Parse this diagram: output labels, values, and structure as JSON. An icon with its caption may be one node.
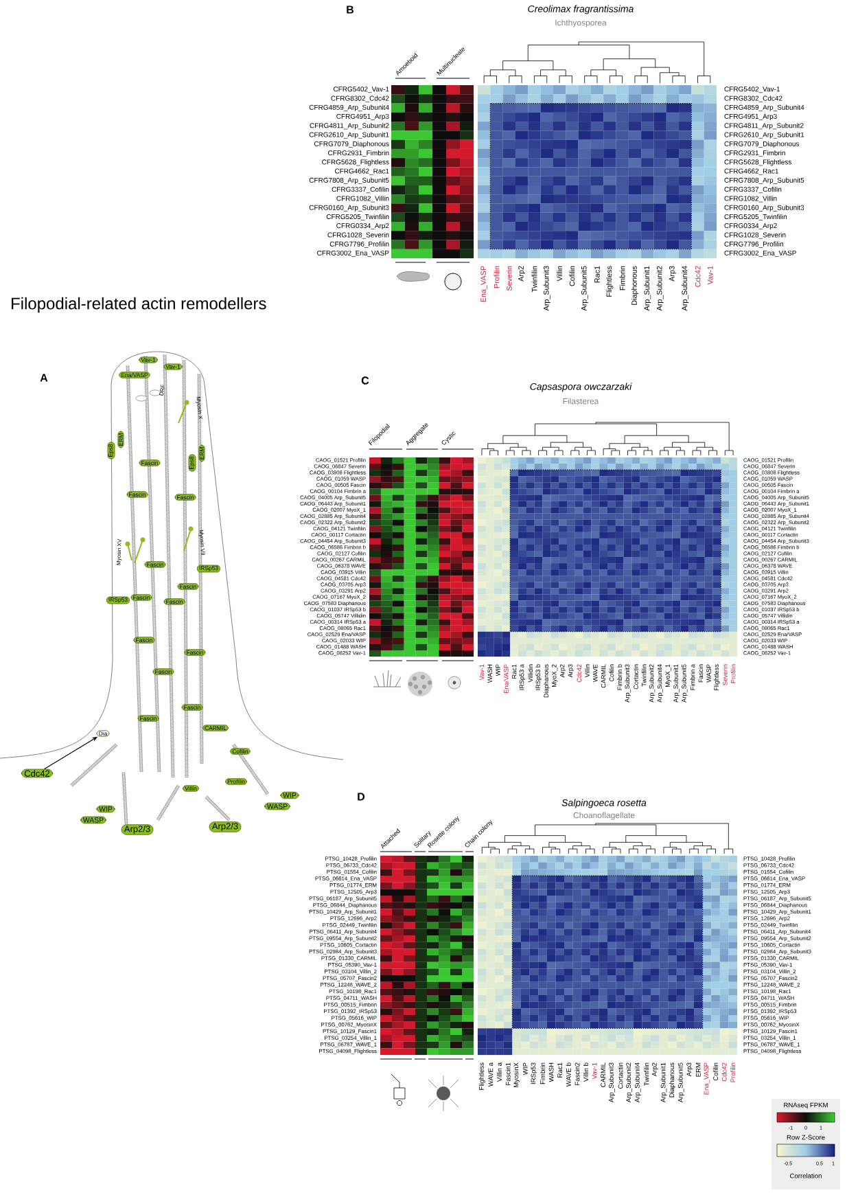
{
  "diagram": {
    "nodes": [
      {
        "text": [
          "Vav-1"
        ]
      },
      {
        "text": [
          "Vav-1"
        ]
      },
      {
        "text": [
          "Ena/VASP"
        ]
      },
      {
        "text": [
          "ERM"
        ]
      },
      {
        "text": [
          "Eps8"
        ]
      },
      {
        "text": [
          "ERM"
        ]
      },
      {
        "text": [
          "Fascin"
        ]
      },
      {
        "text": [
          "Eps8"
        ]
      },
      {
        "text": [
          "Fascin"
        ]
      },
      {
        "text": [
          "Fascin"
        ]
      },
      {
        "text": [
          "Fascin"
        ]
      },
      {
        "text": [
          "IRSp53"
        ]
      },
      {
        "text": [
          "Fascin"
        ]
      },
      {
        "text": [
          "Fascin"
        ]
      },
      {
        "text": [
          "IRSp53"
        ]
      },
      {
        "text": [
          "Fascin"
        ]
      },
      {
        "text": [
          "Fascin"
        ]
      },
      {
        "text": [
          "Fascin"
        ]
      },
      {
        "text": [
          "Fascin"
        ]
      },
      {
        "text": [
          "Fascin"
        ]
      },
      {
        "text": [
          "Fascin"
        ]
      },
      {
        "text": [
          "CARMIL"
        ]
      },
      {
        "text": [
          "Dia"
        ]
      },
      {
        "text": [
          "Cofilin"
        ]
      },
      {
        "text": [
          "Cdc42"
        ]
      },
      {
        "text": [
          "Profilin"
        ]
      },
      {
        "text": [
          "Villin"
        ]
      },
      {
        "text": [
          "WIP"
        ]
      },
      {
        "text": [
          "WASP"
        ]
      },
      {
        "text": [
          "WIP"
        ]
      },
      {
        "text": [
          "WASP"
        ]
      },
      {
        "text": [
          "Arp2/3"
        ]
      },
      {
        "text": [
          "Arp2/3"
        ]
      }
    ],
    "edges": [
      {
        "from": 24,
        "to": 22,
        "arrow": "to"
      }
    ],
    "labels": [
      "B",
      "Creolimax fragrantissima",
      "Ichthyosporea",
      "Amoeboid",
      "Multinucleate",
      "CFRG5402_Vav-1",
      "CFRG8302_Cdc42",
      "CFRG4859_Arp_Subunit4",
      "CFRG4951_Arp3",
      "CFRG4811_Arp_Subunit2",
      "CFRG2610_Arp_Subunit1",
      "CFRG7079_Diaphonous",
      "CFRG2931_Fimbrin",
      "CFRG5628_Flightless",
      "CFRG4662_Rac1",
      "CFRG7808_Arp_Subunit5",
      "CFRG3337_Cofilin",
      "CFRG1082_Villin",
      "CFRG0160_Arp_Subunit3",
      "CFRG5205_Twinfilin",
      "CFRG0334_Arp2",
      "CFRG1028_Severin",
      "CFRG7796_Profilin",
      "CFRG3002_Ena_VASP",
      "CFRG5402_Vav-1",
      "CFRG8302_Cdc42",
      "CFRG4859_Arp_Subunit4",
      "CFRG4951_Arp3",
      "CFRG4811_Arp_Subunit2",
      "CFRG2610_Arp_Subunit1",
      "CFRG7079_Diaphonous",
      "CFRG2931_Fimbrin",
      "CFRG5628_Flightless",
      "CFRG4662_Rac1",
      "CFRG7808_Arp_Subunit5",
      "CFRG3337_Cofilin",
      "CFRG1082_Villin",
      "CFRG0160_Arp_Subunit3",
      "CFRG5205_Twinfilin",
      "CFRG0334_Arp2",
      "CFRG1028_Severin",
      "CFRG7796_Profilin",
      "CFRG3002_Ena_VASP",
      "Ena_VASP",
      "Profilin",
      "Severin",
      "Arp2",
      "Twinfilin",
      "Arp_Subunit3",
      "Villin",
      "Cofilin",
      "Arp_Subunit5",
      "Rac1",
      "Flightless",
      "Fimbrin",
      "Diaphonous",
      "Arp_Subunit1",
      "Arp_Subunit2",
      "Arp3",
      "Arp_Subunit4",
      "Cdc42",
      "Vav-1",
      "Filopodial-related actin remodellers",
      "A",
      "DRF",
      "Myosin X",
      "Myosin XV",
      "Myosin VII",
      "C",
      "Capsaspora owczarzaki",
      "Filasterea",
      "Filopodial",
      "Aggregate",
      "Cystic",
      "CAOG_01521 Profilin",
      "CAOG_06847 Severin",
      "CAOG_03808 Flightless",
      "CAOG_01059 WASP",
      "CAOG_00505 Fascin",
      "CAOG_00104 Fimbrin a",
      "CAOG_04005 Arp_Subunit5",
      "CAOG_06443 Arp_Subunit1",
      "CAOG_02007 MyoX_1",
      "CAOG_02885 Arp_Subunit4",
      "CAOG_02322 Arp_Subunit2",
      "CAOG_04121 Twinfilin",
      "CAOG_00117 Cortactin",
      "CAOG_04454 Arp_Subunit3",
      "CAOG_06586 Fimbrin b",
      "CAOG_02127 Cofilin",
      "CAOG_00267 CARMIL",
      "CAOG_06378 WAVE",
      "CAOG_03915 Villin",
      "CAOG_04581 Cdc42",
      "CAOG_03705 Arp3",
      "CAOG_03291 Arp2",
      "CAOG_07167 MyoX_2",
      "CAOG_07583 Diaphanous",
      "CAOG_01037 IRSp53 b",
      "CAOG_05747 Villidin",
      "CAOG_00314 IRSp53 a",
      "CAOG_08065 Rac1",
      "CAOG_02529 Ena/VASP",
      "CAOG_02033 WIP",
      "CAOG_01488 WASH",
      "CAOG_08252 Vav-1",
      "CAOG_01521 Profilin",
      "CAOG_06847 Severin",
      "CAOG_03808 Flightless",
      "CAOG_01059 WASP",
      "CAOG_00505 Fascin",
      "CAOG_00104 Fimbrin a",
      "CAOG_04005 Arp_Subunit5",
      "CAOG_06443 Arp_Subunit1",
      "CAOG_02007 MyoX_1",
      "CAOG_02885 Arp_Subunit4",
      "CAOG_02322 Arp_Subunit2",
      "CAOG_04121 Twinfilin",
      "CAOG_00117 Cortactin",
      "CAOG_04454 Arp_Subunit3",
      "CAOG_06586 Fimbrin b",
      "CAOG_02127 Cofilin",
      "CAOG_00267 CARMIL",
      "CAOG_06378 WAVE",
      "CAOG_03915 Villin",
      "CAOG_04581 Cdc42",
      "CAOG_03705 Arp3",
      "CAOG_03291 Arp2",
      "CAOG_07167 MyoX_2",
      "CAOG_07583 Diaphanous",
      "CAOG_01037 IRSp53 b",
      "CAOG_05747 Villidin",
      "CAOG_00314 IRSp53 a",
      "CAOG_08065 Rac1",
      "CAOG_02529 Ena/VASP",
      "CAOG_02033 WIP",
      "CAOG_01488 WASH",
      "CAOG_08252 Vav-1",
      "Vav-1",
      "WASH",
      "WIP",
      "Ena/VASP",
      "Rac1",
      "IRSp53 a",
      "Villidin",
      "IRSp53 b",
      "Diaphanous",
      "MyoX_2",
      "Arp2",
      "Arp3",
      "Cdc42",
      "Villin",
      "WAVE",
      "CARMIL",
      "Cofilin",
      "Fimbrin b",
      "Arp_Subunit3",
      "Cortactin",
      "Twinfilin",
      "Arp_Subunit2",
      "Arp_Subunit4",
      "MyoX_1",
      "Arp_Subunit1",
      "Arp_Subunit5",
      "Fimbrin a",
      "Fascin",
      "WASP",
      "Flightless",
      "Severin",
      "Profilin",
      "D",
      "Salpingoeca rosetta",
      "Choanoflagellate",
      "Attached",
      "Solitary",
      "Rosette colony",
      "Chain colony",
      "PTSG_10428_Profilin",
      "PTSG_06733_Cdc42",
      "PTSG_01554_Cofilin",
      "PTSG_06614_Ena_VASP",
      "PTSG_01774_ERM",
      "PTSG_12505_Arp3",
      "PTSG_06187_Arp_Subunit5",
      "PTSG_06844_Diaphanous",
      "PTSG_10429_Arp_Subunit1",
      "PTSG_12696_Arp2",
      "PTSG_02449_Twinfilin",
      "PTSG_06411_Arp_Subunit4",
      "PTSG_09554_Arp_Subunit2",
      "PTSG_10605_Cortactin",
      "PTSG_02984_Arp_Subunit3",
      "PTSG_01330_CARMIL",
      "PTSG_05390_Vav-1",
      "PTSG_03104_Villin_2",
      "PTSG_05707_Fascin2",
      "PTSG_12248_WAVE_2",
      "PTSG_10198_Rac1",
      "PTSG_04711_WASH",
      "PTSG_00515_Fimbrin",
      "PTSG_01392_IRSp53",
      "PTSG_05616_WIP",
      "PTSG_00762_MyosinX",
      "PTSG_10129_Fascin1",
      "PTSG_03254_Villin_1",
      "PTSG_06787_WAVE_1",
      "PTSG_04098_Flightless",
      "PTSG_10428_Profilin",
      "PTSG_06733_Cdc42",
      "PTSG_01554_Cofilin",
      "PTSG_06614_Ena_VASP",
      "PTSG_01774_ERM",
      "PTSG_12505_Arp3",
      "PTSG_06187_Arp_Subunit5",
      "PTSG_06844_Diaphanous",
      "PTSG_10429_Arp_Subunit1",
      "PTSG_12696_Arp2",
      "PTSG_02449_Twinfilin",
      "PTSG_06411_Arp_Subunit4",
      "PTSG_09554_Arp_Subunit2",
      "PTSG_10605_Cortactin",
      "PTSG_02984_Arp_Subunit3",
      "PTSG_01330_CARMIL",
      "PTSG_05390_Vav-1",
      "PTSG_03104_Villin_2",
      "PTSG_05707_Fascin2",
      "PTSG_12248_WAVE_2",
      "PTSG_10198_Rac1",
      "PTSG_04711_WASH",
      "PTSG_00515_Fimbrin",
      "PTSG_01392_IRSp53",
      "PTSG_05616_WIP",
      "PTSG_00762_MyosinX",
      "PTSG_10129_Fascin1",
      "PTSG_03254_Villin_1",
      "PTSG_06787_WAVE_1",
      "PTSG_04098_Flightless",
      "Flightless",
      "WAVE a",
      "Villin a",
      "Fascin1",
      "MyosinX",
      "WIP",
      "IRSp53",
      "Fimbrin",
      "WASH",
      "Rac1",
      "WAVE b",
      "Fascin2",
      "Villin b",
      "Vav-1",
      "CARMIL",
      "Arp_Subunit3",
      "Cortactin",
      "Arp_Subunit2",
      "Arp_Subunit4",
      "Twinfilin",
      "Arp2",
      "Arp_Subunit1",
      "Diaphanous",
      "Arp_Subunit5",
      "Arp3",
      "ERM",
      "Ena_VASP",
      "Cofilin",
      "Cdc42",
      "Profilin",
      "RNAseq FPKM",
      "-1",
      "0",
      "1",
      "Row Z-Score",
      "-0.5",
      "0.5",
      "1",
      "Correlation"
    ]
  }
}
